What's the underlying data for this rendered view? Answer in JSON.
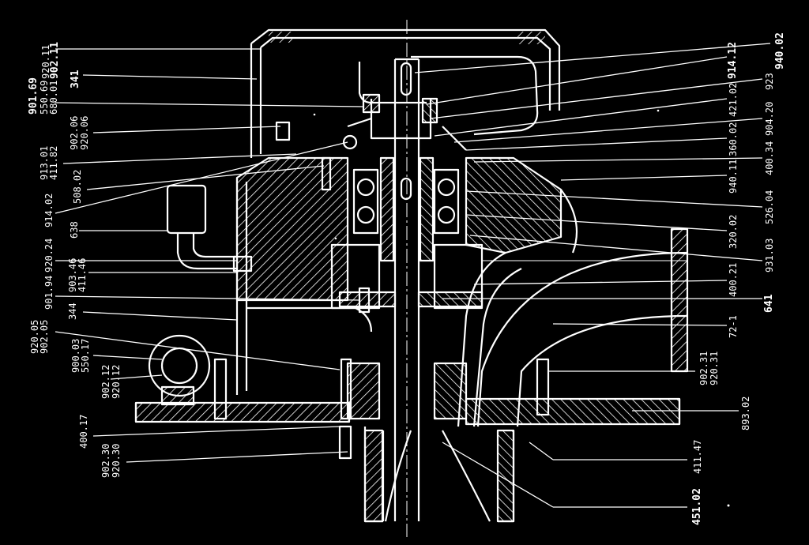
{
  "diagram": {
    "colors": {
      "background": "#000000",
      "ink": "#ffffff"
    },
    "labels_left": [
      [
        "920.11",
        "902.11"
      ],
      [
        "341"
      ],
      [
        "901.69",
        "550.69",
        "680.01"
      ],
      [
        "902.06",
        "920.06"
      ],
      [
        "913.01",
        "411.82"
      ],
      [
        "508.02"
      ],
      [
        "914.02"
      ],
      [
        "638"
      ],
      [
        "920.24"
      ],
      [
        "903.46",
        "411.46"
      ],
      [
        "901.94"
      ],
      [
        "344"
      ],
      [
        "920.05",
        "902.05"
      ],
      [
        "900.03",
        "550.17"
      ],
      [
        "902.12",
        "920.12"
      ],
      [
        "400.17"
      ],
      [
        "902.30",
        "920.30"
      ]
    ],
    "labels_right": [
      [
        "940.02"
      ],
      [
        "914.12"
      ],
      [
        "923"
      ],
      [
        "421.02"
      ],
      [
        "904.20"
      ],
      [
        "360.02"
      ],
      [
        "400.34"
      ],
      [
        "940.11"
      ],
      [
        "526.04"
      ],
      [
        "320.02"
      ],
      [
        "931.03"
      ],
      [
        "400.21"
      ],
      [
        "641"
      ],
      [
        "72-1"
      ],
      [
        "902.31",
        "920.31"
      ],
      [
        "893.02"
      ],
      [
        "411.47"
      ],
      [
        "451.02"
      ]
    ]
  }
}
